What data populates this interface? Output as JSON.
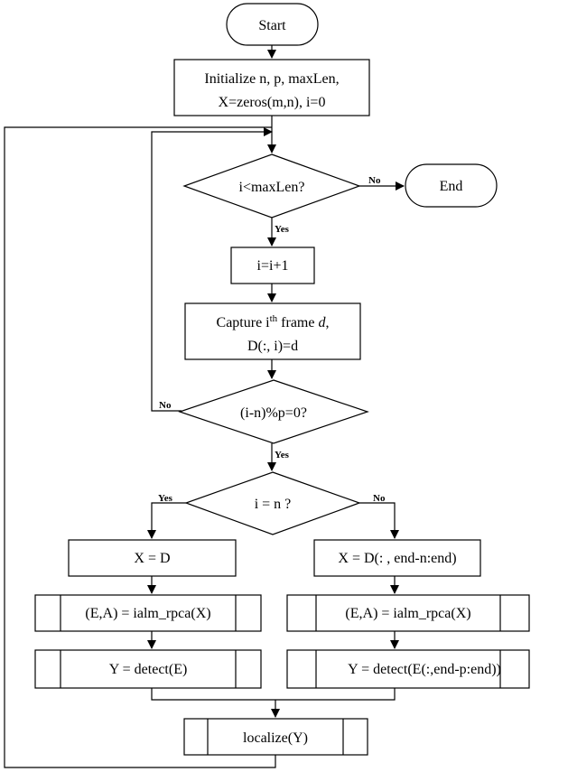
{
  "start": "Start",
  "init": {
    "line1": "Initialize n, p, maxLen,",
    "line2": "X=zeros(m,n), i=0"
  },
  "cond1": "i<maxLen?",
  "cond1_no": "No",
  "cond1_yes": "Yes",
  "end": "End",
  "incr": "i=i+1",
  "capture": {
    "prefix": "Capture i",
    "sup": "th",
    "middle": " frame ",
    "var": "d",
    "suffix": ",",
    "line2": "D(:, i)=d"
  },
  "cond2": "(i-n)%p=0?",
  "cond2_no": "No",
  "cond2_yes": "Yes",
  "cond3": "i = n ?",
  "cond3_yes": "Yes",
  "cond3_no": "No",
  "left": {
    "assign": "X = D",
    "rpca": "(E,A) = ialm_rpca(X)",
    "detect": "Y = detect(E)"
  },
  "right": {
    "assign": "X = D(: , end-n:end)",
    "rpca": "(E,A) = ialm_rpca(X)",
    "detect": "Y = detect(E(:,end-p:end))"
  },
  "localize": "localize(Y)"
}
